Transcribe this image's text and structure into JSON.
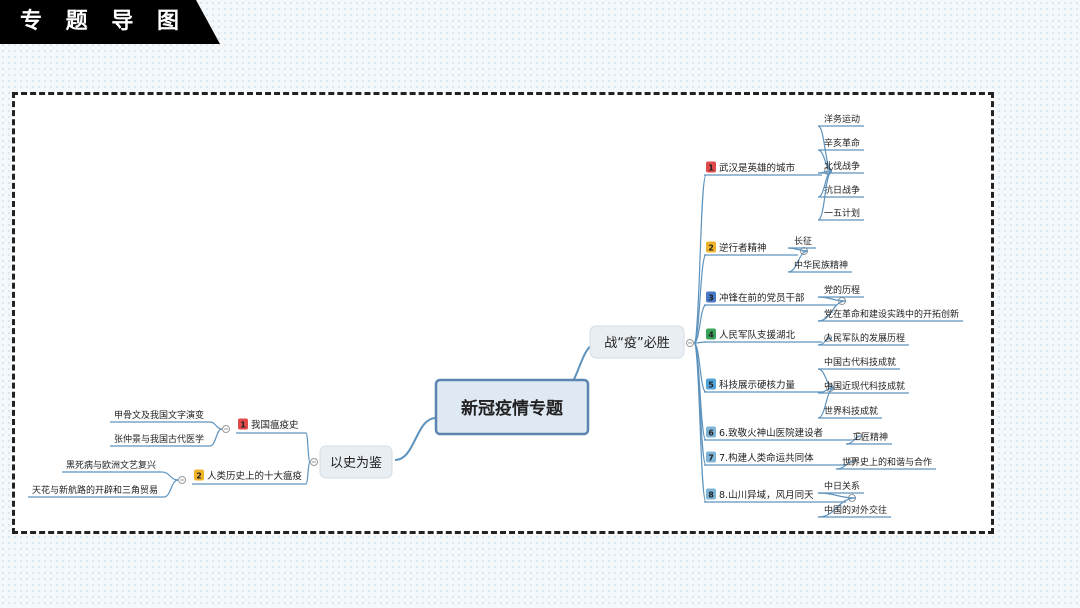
{
  "header": {
    "title": "专 题 导 图"
  },
  "mindmap": {
    "center": "新冠疫情专题",
    "right": {
      "label": "战“疫”必胜",
      "children": [
        {
          "badge": "1",
          "label": "武汉是英雄的城市",
          "items": [
            "洋务运动",
            "辛亥革命",
            "北伐战争",
            "抗日战争",
            "一五计划"
          ]
        },
        {
          "badge": "2",
          "label": "逆行者精神",
          "items": [
            "长征",
            "中华民族精神"
          ]
        },
        {
          "badge": "3",
          "label": "冲锋在前的党员干部",
          "items": [
            "党的历程",
            "党在革命和建设实践中的开拓创新"
          ]
        },
        {
          "badge": "4",
          "label": "人民军队支援湖北",
          "items": [
            "人民军队的发展历程"
          ]
        },
        {
          "badge": "5",
          "label": "科技展示硬核力量",
          "items": [
            "中国古代科技成就",
            "中国近现代科技成就",
            "世界科技成就"
          ]
        },
        {
          "badge": "6",
          "label": "6.致敬火神山医院建设者",
          "items": [
            "工匠精神"
          ]
        },
        {
          "badge": "7",
          "label": "7.构建人类命运共同体",
          "items": [
            "世界史上的和谐与合作"
          ]
        },
        {
          "badge": "8",
          "label": "8.山川异域，风月同天",
          "items": [
            "中日关系",
            "中国的对外交往"
          ]
        }
      ]
    },
    "left": {
      "label": "以史为鉴",
      "children": [
        {
          "badge": "1",
          "label": "我国瘟疫史",
          "items": [
            "甲骨文及我国文字演变",
            "张仲景与我国古代医学"
          ]
        },
        {
          "badge": "2",
          "label": "人类历史上的十大瘟疫",
          "items": [
            "黑死病与欧洲文艺复兴",
            "天花与新航路的开辟和三角贸易"
          ]
        }
      ]
    }
  },
  "colors": {
    "banner": "#000000",
    "center_fill": "#dfe9f3",
    "center_border": "#5b84b1",
    "line": "#5e93bd",
    "badges": [
      "#e04a4a",
      "#f0b429",
      "#4a78c8",
      "#3aa55a",
      "#4fa3d8",
      "#7fb4d9",
      "#7fb4d9",
      "#7fb4d9"
    ]
  }
}
